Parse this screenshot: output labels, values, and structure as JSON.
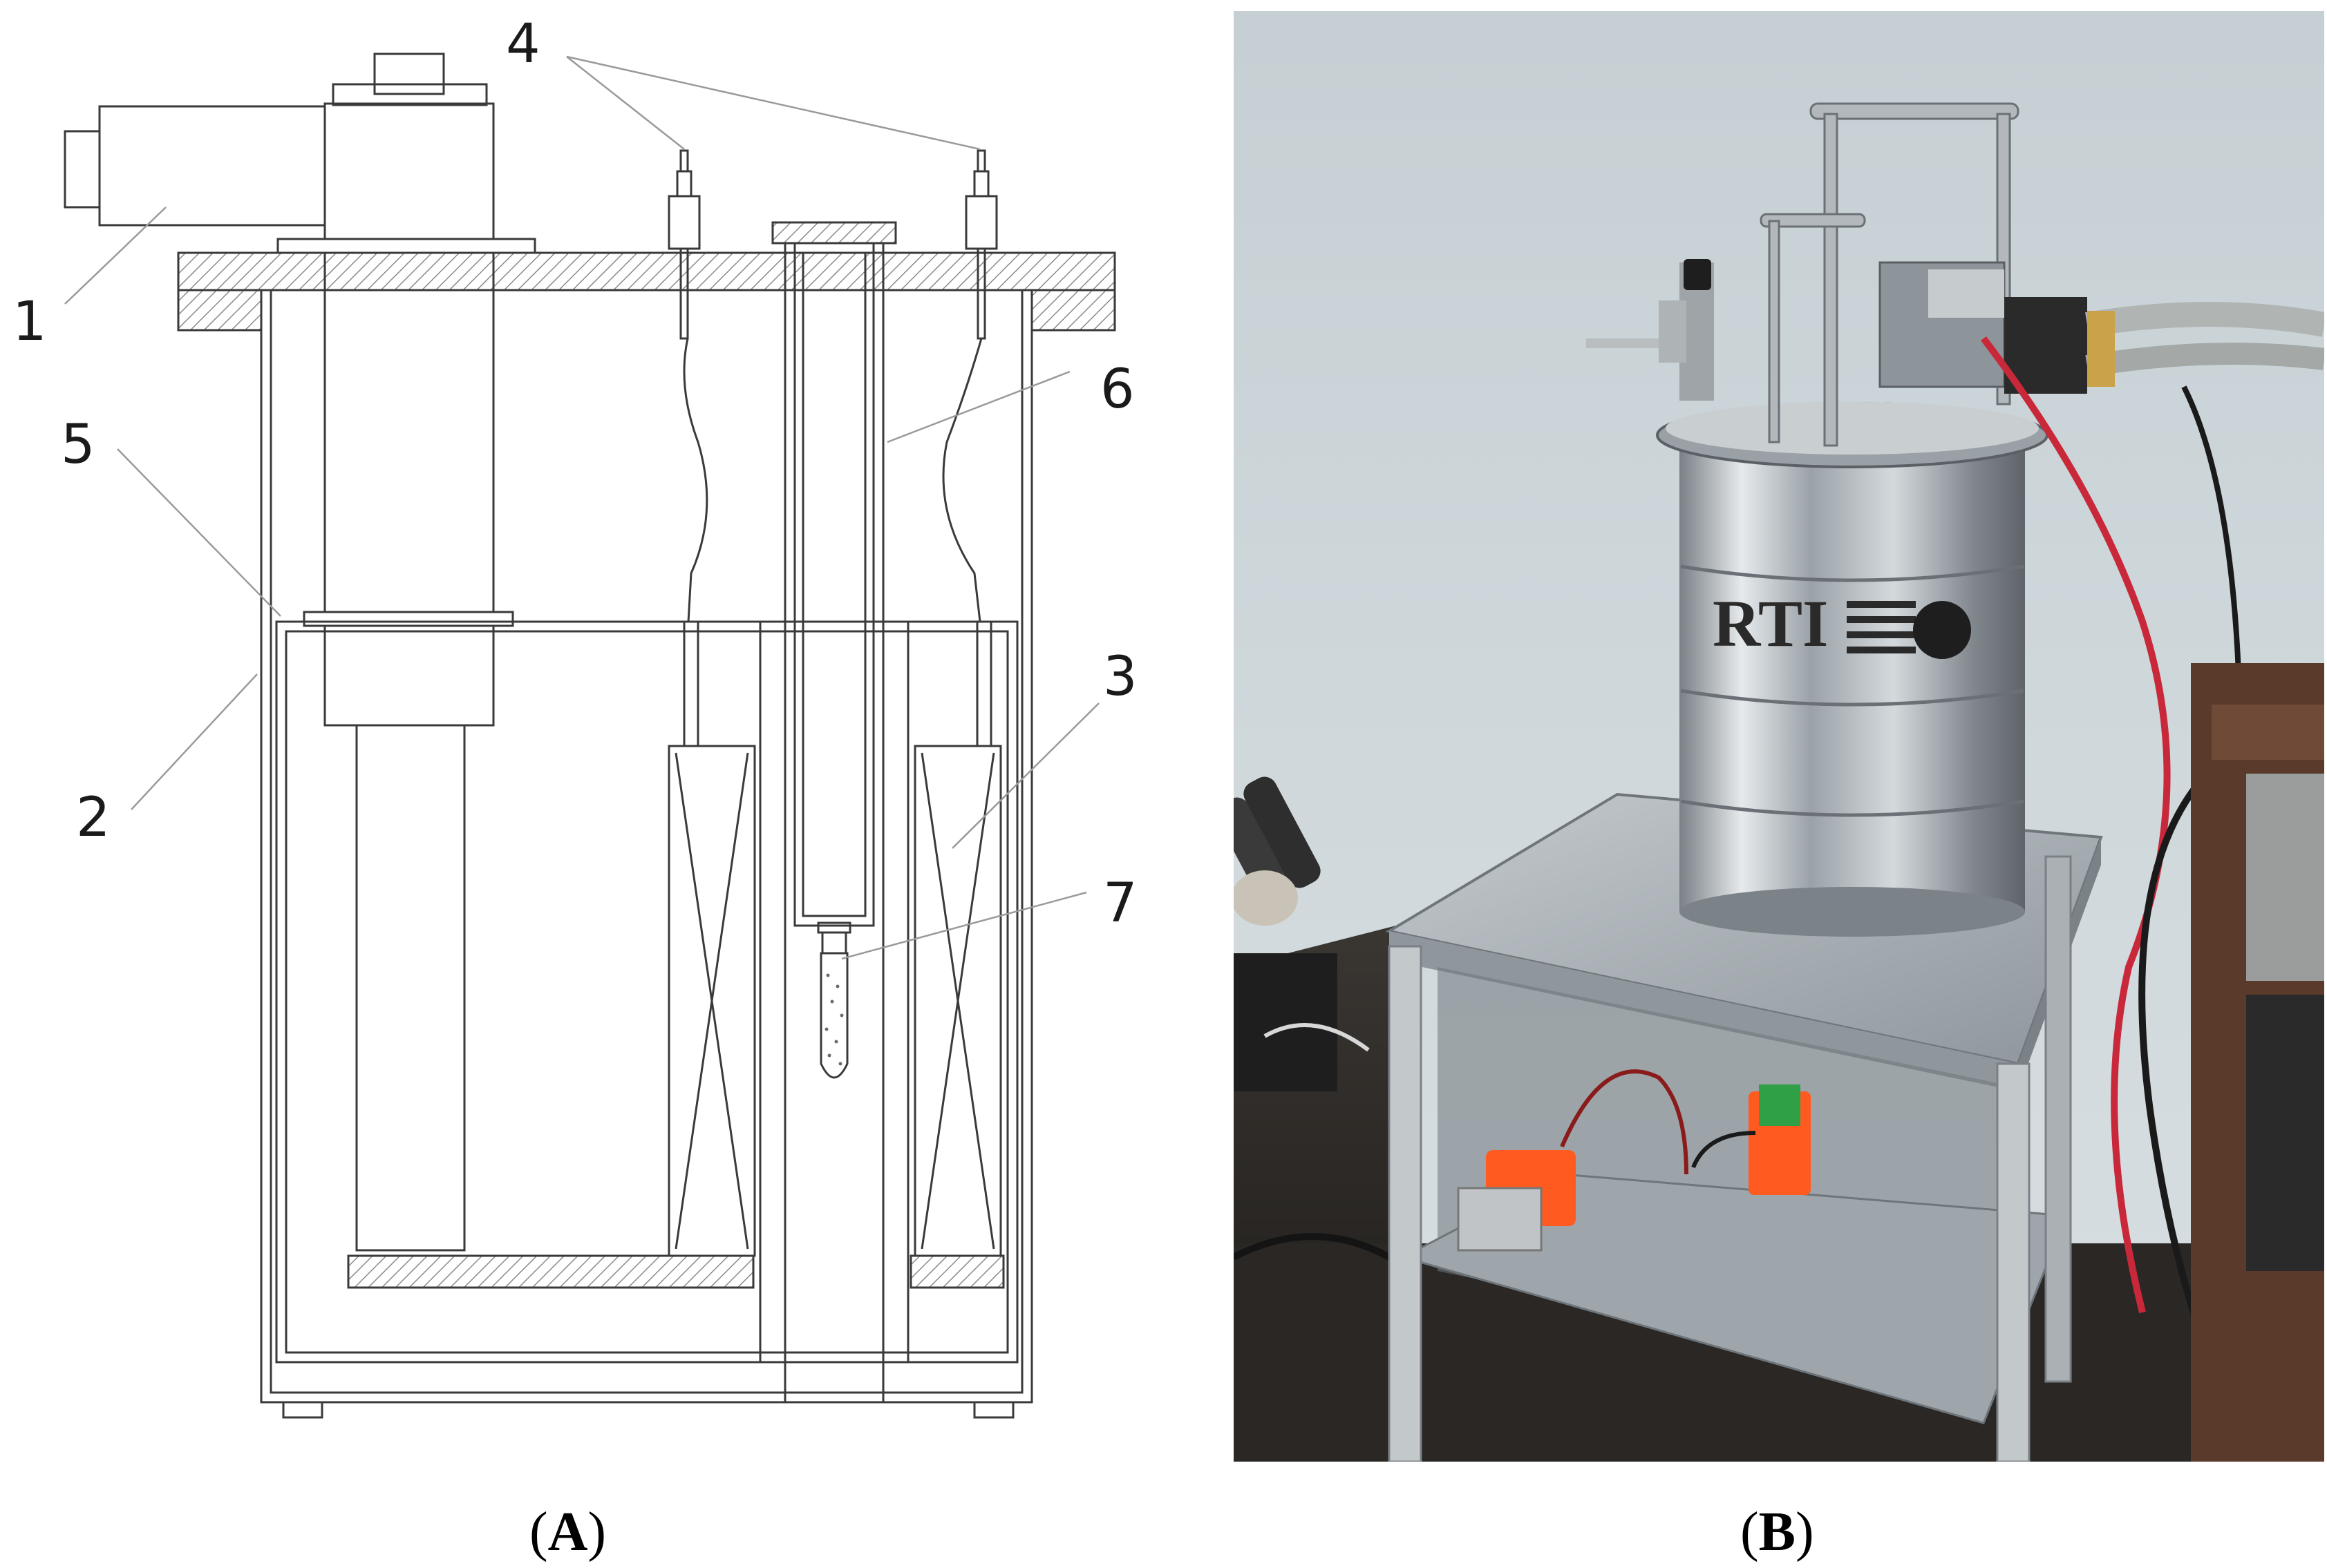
{
  "panel_a": {
    "caption": {
      "open": "(",
      "letter": "A",
      "close": ")"
    },
    "labels": {
      "l1": "1",
      "l2": "2",
      "l3": "3",
      "l4": "4",
      "l5": "5",
      "l6": "6",
      "l7": "7"
    }
  },
  "panel_b": {
    "caption": {
      "open": "(",
      "letter": "B",
      "close": ")"
    },
    "logo_text": "RTI"
  },
  "colors": {
    "line": "#3a3a3a",
    "hatch": "#9a9a9a",
    "wall": "#c8d2d6",
    "steel": "#b8bcc0",
    "plate": "#a8b0b6",
    "orange": "#ff5a1f",
    "cable_red": "#c8283a",
    "wood": "#5a3a2a"
  }
}
